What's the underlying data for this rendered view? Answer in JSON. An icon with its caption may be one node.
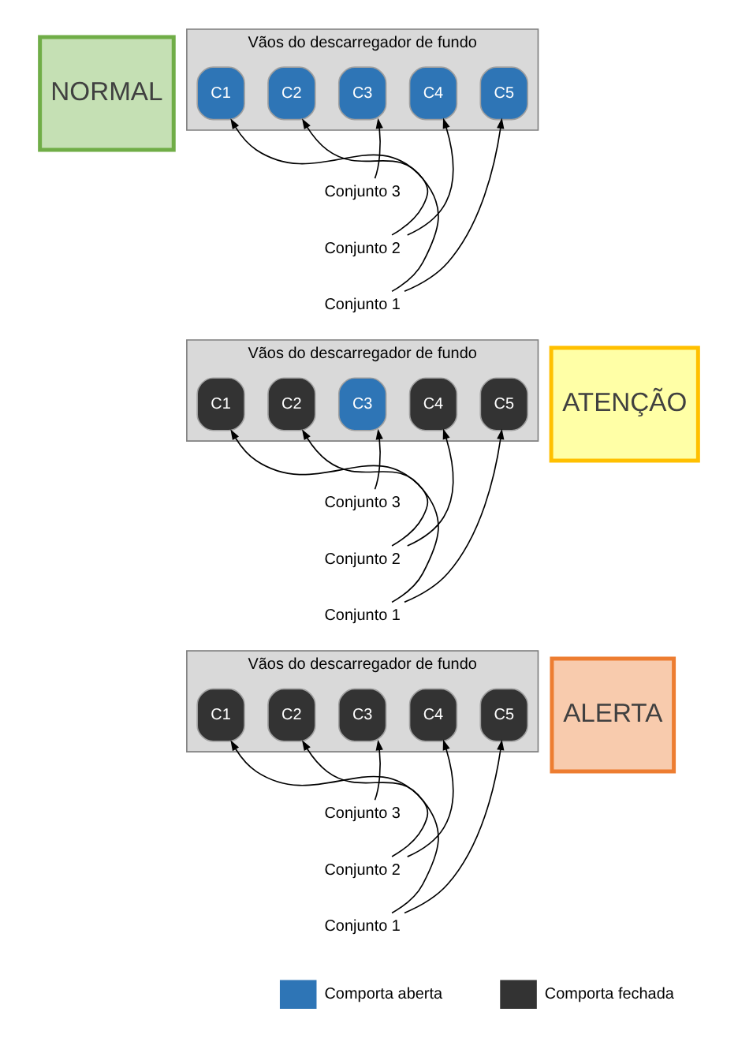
{
  "diagram": {
    "nodes": [
      {
        "text": [
          "NORMAL"
        ]
      },
      {
        "text": [
          "Vãos do descarregador de fundo"
        ]
      },
      {
        "text": [
          "C1"
        ],
        "in": 1
      },
      {
        "text": [
          "C2"
        ],
        "in": 1
      },
      {
        "text": [
          "C3"
        ],
        "in": 1
      },
      {
        "text": [
          "C4"
        ],
        "in": 1
      },
      {
        "text": [
          "C5"
        ],
        "in": 1
      },
      {
        "text": [
          "Conjunto 3"
        ]
      },
      {
        "text": [
          "Conjunto 2"
        ]
      },
      {
        "text": [
          "Conjunto 1"
        ]
      },
      {
        "text": [
          "ATENÇÃO"
        ]
      },
      {
        "text": [
          "Vãos do descarregador de fundo"
        ]
      },
      {
        "text": [
          "C1"
        ],
        "in": 11
      },
      {
        "text": [
          "C2"
        ],
        "in": 11
      },
      {
        "text": [
          "C3"
        ],
        "in": 11
      },
      {
        "text": [
          "C4"
        ],
        "in": 11
      },
      {
        "text": [
          "C5"
        ],
        "in": 11
      },
      {
        "text": [
          "Conjunto 3"
        ]
      },
      {
        "text": [
          "Conjunto 2"
        ]
      },
      {
        "text": [
          "Conjunto 1"
        ]
      },
      {
        "text": [
          "ALERTA"
        ]
      },
      {
        "text": [
          "Vãos do descarregador de fundo"
        ]
      },
      {
        "text": [
          "C1"
        ],
        "in": 21
      },
      {
        "text": [
          "C2"
        ],
        "in": 21
      },
      {
        "text": [
          "C3"
        ],
        "in": 21
      },
      {
        "text": [
          "C4"
        ],
        "in": 21
      },
      {
        "text": [
          "C5"
        ],
        "in": 21
      },
      {
        "text": [
          "Conjunto 3"
        ]
      },
      {
        "text": [
          "Conjunto 2"
        ]
      },
      {
        "text": [
          "Conjunto 1"
        ]
      }
    ],
    "edges": [
      {
        "from": 7,
        "to": 4,
        "arrow": "to"
      },
      {
        "from": 8,
        "to": 3,
        "arrow": "to"
      },
      {
        "from": 8,
        "to": 5,
        "arrow": "to"
      },
      {
        "from": 9,
        "to": 2,
        "arrow": "to"
      },
      {
        "from": 9,
        "to": 6,
        "arrow": "to"
      },
      {
        "from": 17,
        "to": 14,
        "arrow": "to"
      },
      {
        "from": 18,
        "to": 13,
        "arrow": "to"
      },
      {
        "from": 18,
        "to": 15,
        "arrow": "to"
      },
      {
        "from": 19,
        "to": 12,
        "arrow": "to"
      },
      {
        "from": 19,
        "to": 16,
        "arrow": "to"
      },
      {
        "from": 27,
        "to": 24,
        "arrow": "to"
      },
      {
        "from": 28,
        "to": 23,
        "arrow": "to"
      },
      {
        "from": 28,
        "to": 25,
        "arrow": "to"
      },
      {
        "from": 29,
        "to": 22,
        "arrow": "to"
      },
      {
        "from": 29,
        "to": 26,
        "arrow": "to"
      }
    ],
    "legend": [
      {
        "text": "Comporta aberta",
        "color": "#2e75b6"
      },
      {
        "text": "Comporta fechada",
        "color": "#333333"
      }
    ]
  }
}
